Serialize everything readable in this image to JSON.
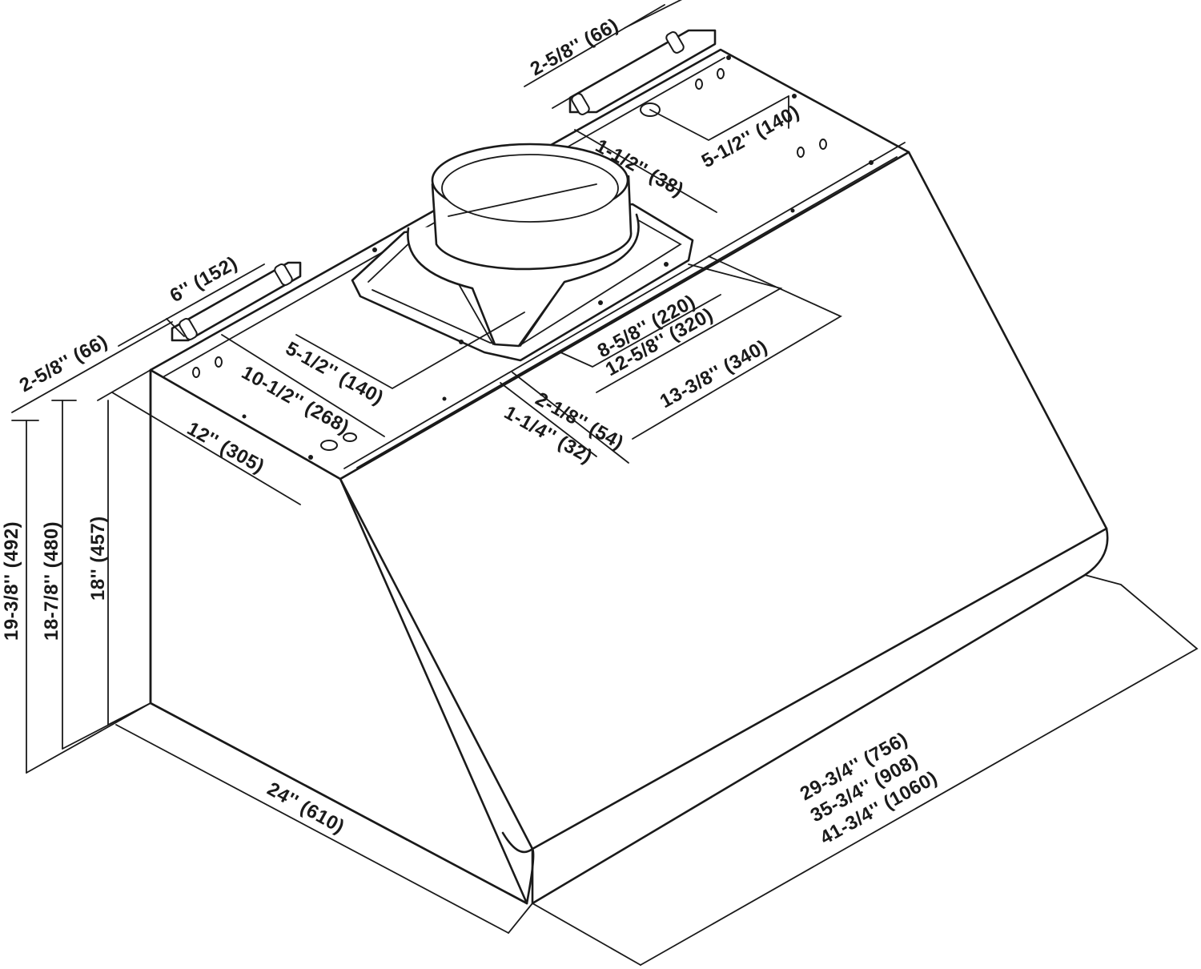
{
  "diagram": {
    "colors": {
      "line": "#1a1a1a",
      "background": "#ffffff"
    },
    "dimensions": {
      "top_bracket_right_width": "2-5/8'' (66)",
      "top_hole_offset": "1-1/2'' (38)",
      "top_hole_spacing": "5-1/2'' (140)",
      "side_bracket_width": "6'' (152)",
      "side_bracket_depth": "2-5/8'' (66)",
      "cutout_width": "5-1/2'' (140)",
      "bracket_spacing": "10-1/2'' (268)",
      "front_depth": "12'' (305)",
      "duct_width_inner": "8-5/8'' (220)",
      "duct_width_mid": "12-5/8'' (320)",
      "duct_width_outer": "13-3/8'' (340)",
      "duct_offset_a": "2-1/8'' (54)",
      "duct_offset_b": "1-1/4'' (32)",
      "height_total": "19-3/8'' (492)",
      "height_mid": "18-7/8'' (480)",
      "height_body": "18'' (457)",
      "depth_base": "24'' (610)",
      "width_small": "29-3/4'' (756)",
      "width_medium": "35-3/4'' (908)",
      "width_large": "41-3/4'' (1060)"
    }
  }
}
